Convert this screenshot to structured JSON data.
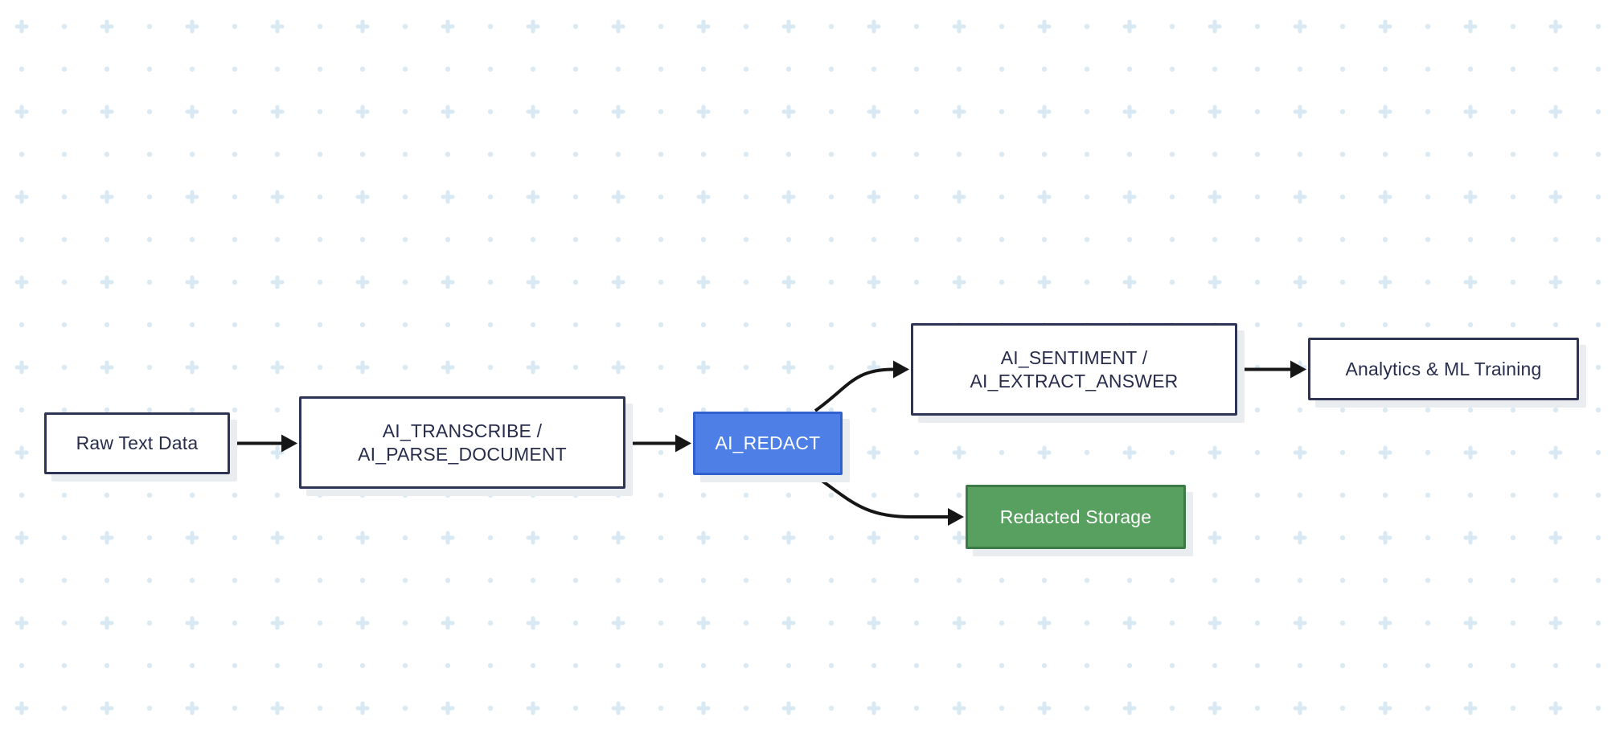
{
  "canvas": {
    "background_color": "#ffffff",
    "pattern": {
      "plus_color": "#d8e9f3",
      "dot_color": "#dbe9f2"
    }
  },
  "diagram": {
    "edge_color": "#161616",
    "nodes": {
      "raw": {
        "label": "Raw Text Data",
        "fill": "#ffffff",
        "border": "#2e3456",
        "text_color": "#272d4b"
      },
      "transcribe": {
        "label_line1": "AI_TRANSCRIBE /",
        "label_line2": "AI_PARSE_DOCUMENT",
        "fill": "#ffffff",
        "border": "#2e3456",
        "text_color": "#272d4b"
      },
      "redact": {
        "label": "AI_REDACT",
        "fill": "#4d7fe6",
        "border": "#3161cf",
        "text_color": "#ffffff"
      },
      "sentiment": {
        "label_line1": "AI_SENTIMENT /",
        "label_line2": "AI_EXTRACT_ANSWER",
        "fill": "#ffffff",
        "border": "#2e3456",
        "text_color": "#272d4b"
      },
      "analytics": {
        "label": "Analytics & ML Training",
        "fill": "#ffffff",
        "border": "#2e3456",
        "text_color": "#272d4b"
      },
      "storage": {
        "label": "Redacted Storage",
        "fill": "#57a05f",
        "border": "#3c7b46",
        "text_color": "#ffffff"
      }
    },
    "edges": [
      {
        "from": "raw",
        "to": "transcribe"
      },
      {
        "from": "transcribe",
        "to": "redact"
      },
      {
        "from": "redact",
        "to": "sentiment"
      },
      {
        "from": "redact",
        "to": "storage"
      },
      {
        "from": "sentiment",
        "to": "analytics"
      }
    ]
  }
}
